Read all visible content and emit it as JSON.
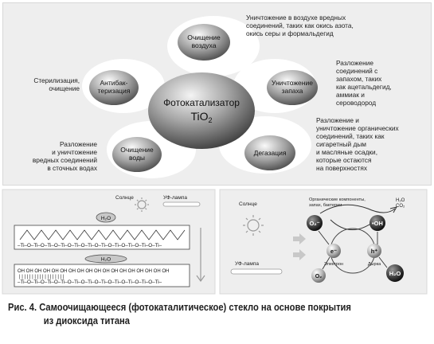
{
  "center": {
    "title": "Фотокатализатор",
    "formula_main": "TiO",
    "formula_sub": "2"
  },
  "nodes": {
    "air": "Очищение воздуха",
    "antibac": "Антибак- теризация",
    "odor": "Уничтожение запаха",
    "water": "Очищение воды",
    "degas": "Дегазация"
  },
  "descriptions": {
    "air": [
      "Уничтожение в воздухе вредных",
      "соединений, таких как окись азота,",
      "окись серы и формальдегид"
    ],
    "steril": [
      "Стерилизация,",
      "очищение"
    ],
    "odor": [
      "Разложение",
      "соединений с",
      "запахом, таких",
      "как ацетальдегид,",
      "аммиак и",
      "сероводород"
    ],
    "water": [
      "Разложение",
      "и уничтожение",
      "вредных соединений",
      "в сточных водах"
    ],
    "degas": [
      "Разложение и",
      "уничтожение органических",
      "соединений, таких как",
      "сигаретный дым",
      "и масляные осадки,",
      "которые остаются",
      "на поверхностях"
    ]
  },
  "left_panel": {
    "sun": "Солнце",
    "uv": "УФ-лампа",
    "h2o": "H₂O",
    "row1": [
      "–Ti–",
      "O",
      "–Ti–",
      "O",
      "–Ti–",
      "O",
      "–Ti–",
      "O",
      "–Ti–",
      "O",
      "–Ti–",
      "O",
      "–Ti–",
      "O",
      "–Ti–"
    ],
    "oh": "OH"
  },
  "right_panel": {
    "sun": "Солнце",
    "uv": "УФ-лампа",
    "organic": "Органические компоненты, запах, бактерии",
    "products": [
      "H₂O",
      "CO₂"
    ],
    "o2_minus": "O₂⁻",
    "oh_rad": "•OH",
    "electron": "e⁻",
    "hole": "h⁺",
    "electron_label": "Электрон",
    "hole_label": "Дырка",
    "o2": "O₂",
    "h2o": "H₂O"
  },
  "caption": [
    "Рис. 4. Самоочищающееся (фотокаталитическое) стекло на основе покрытия",
    "из диоксида титана"
  ]
}
